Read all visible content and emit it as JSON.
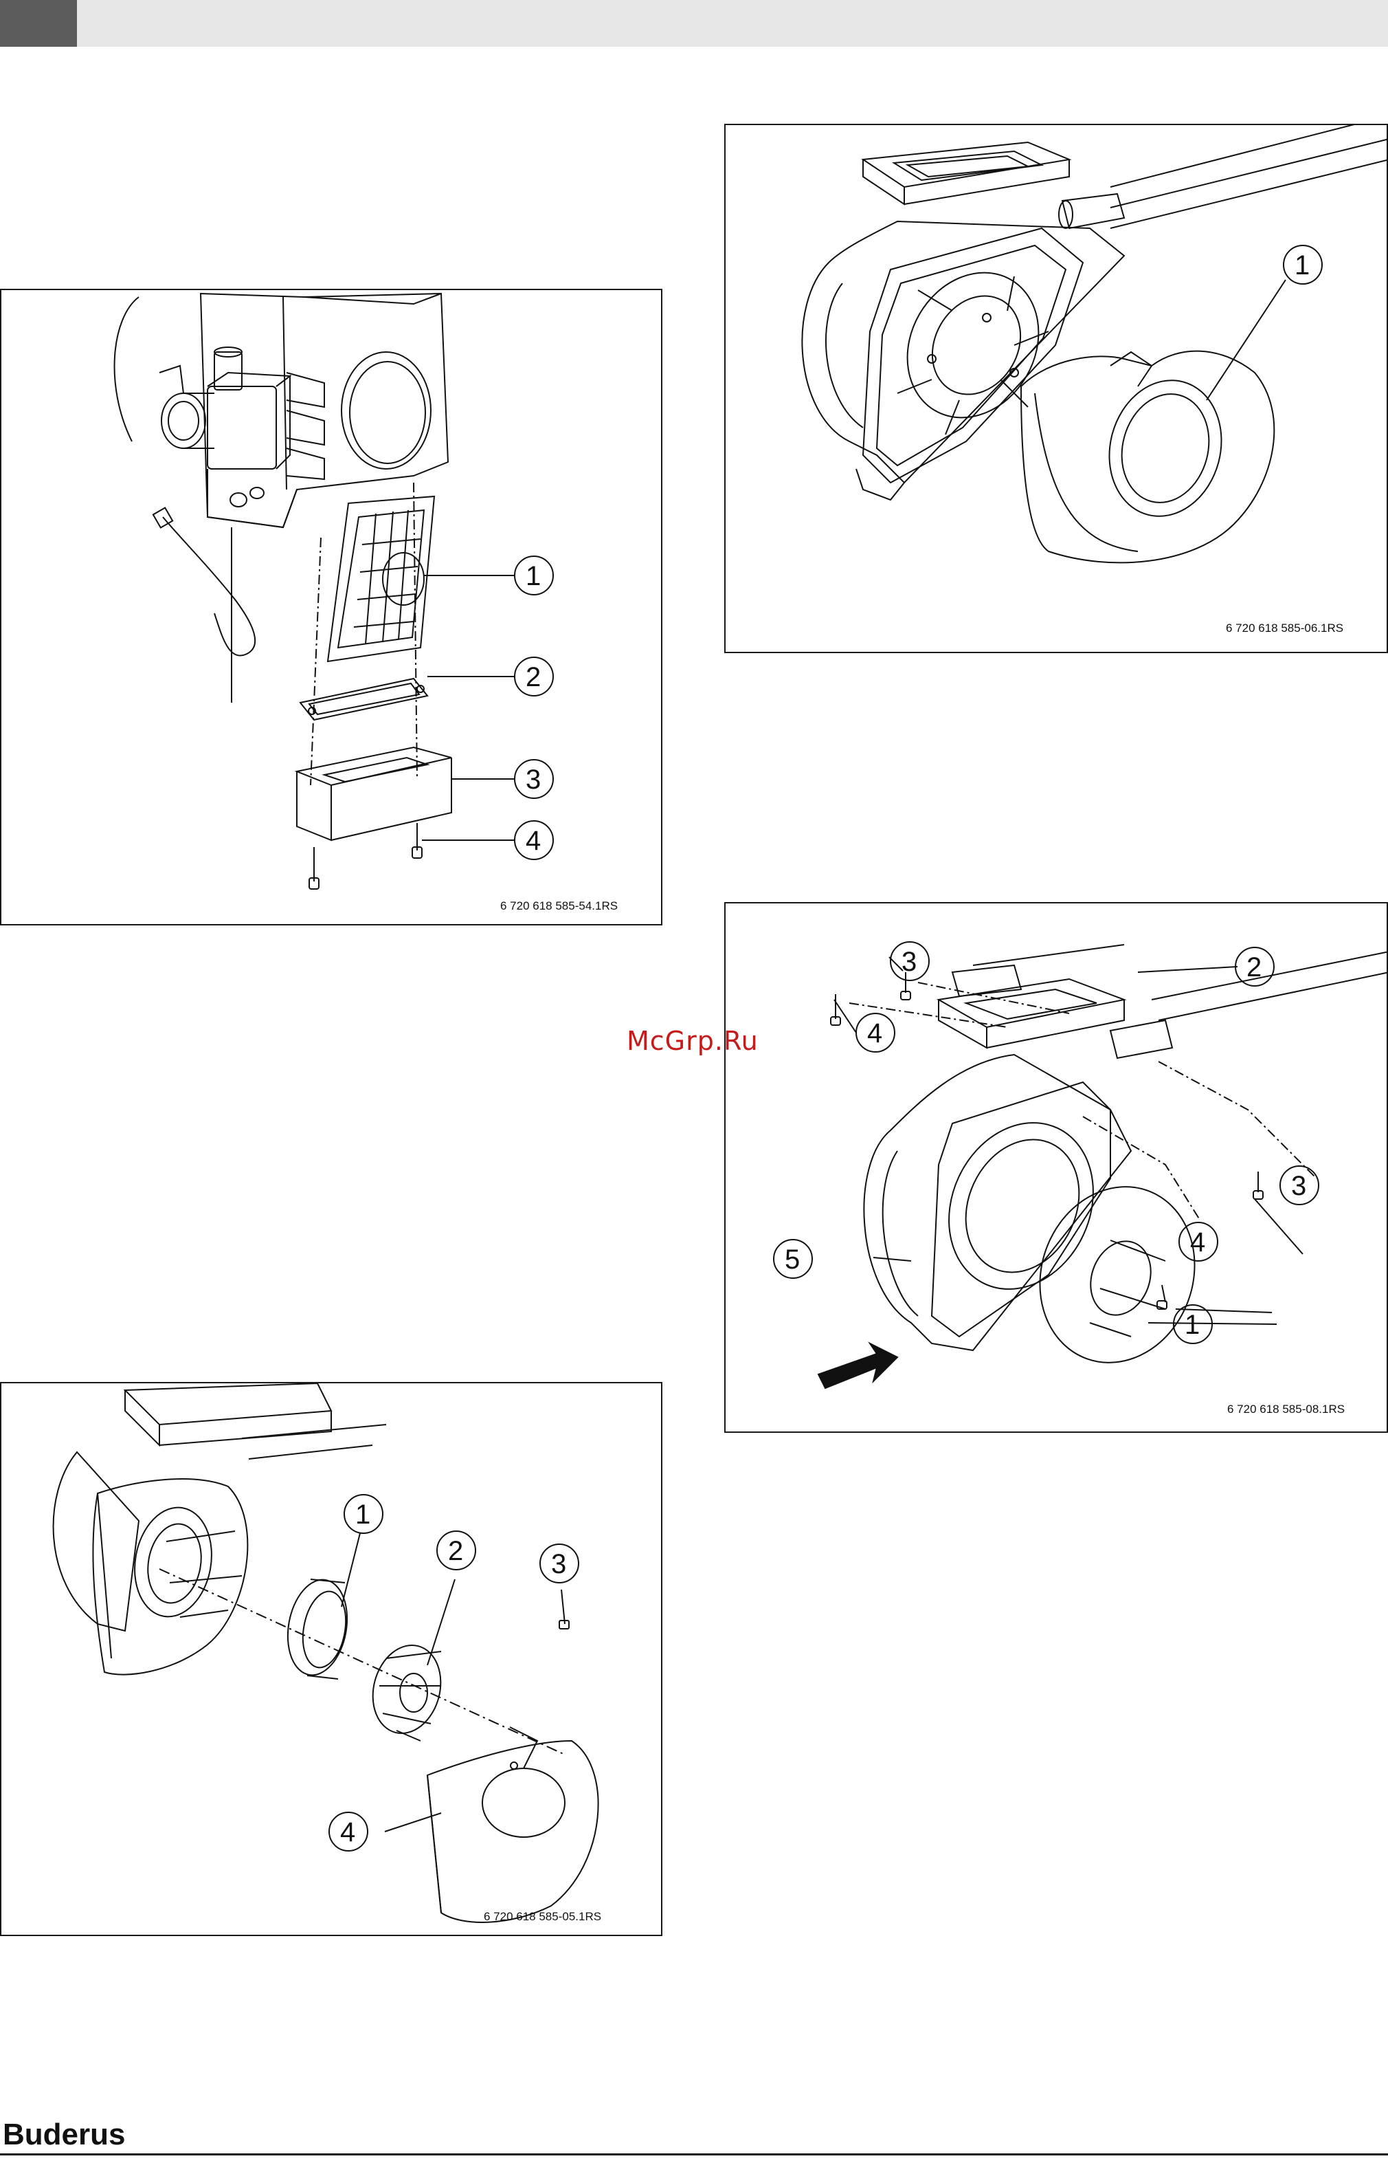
{
  "header": {
    "tab_color": "#5c5c5c",
    "bar_color": "#e6e6e6"
  },
  "watermark": "McGrp.Ru",
  "brand": "Buderus",
  "figures": [
    {
      "id": "fig-54",
      "code": "6 720 618 585-54.1RS",
      "callouts": [
        "1",
        "2",
        "3",
        "4"
      ]
    },
    {
      "id": "fig-06",
      "code": "6 720 618 585-06.1RS",
      "callouts": [
        "1"
      ]
    },
    {
      "id": "fig-08",
      "code": "6 720 618 585-08.1RS",
      "callouts": [
        "3",
        "2",
        "4",
        "3",
        "4",
        "5",
        "1"
      ]
    },
    {
      "id": "fig-05",
      "code": "6 720 618 585-05.1RS",
      "callouts": [
        "1",
        "2",
        "3",
        "4"
      ]
    }
  ]
}
